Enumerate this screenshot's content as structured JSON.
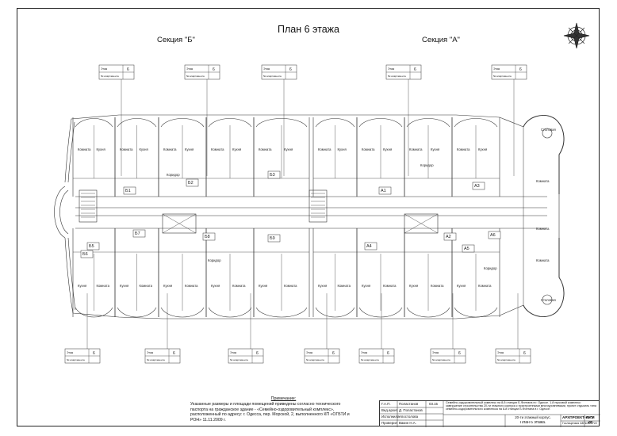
{
  "title": "План 6 этажа",
  "sections": {
    "b": "Секция \"Б\"",
    "a": "Секция \"А\""
  },
  "rooms": {
    "kitchen": "Кухня",
    "room": "Комната",
    "corridor": "Коридор",
    "dining": "Столовая"
  },
  "unit_labels": [
    "Б1",
    "Б2",
    "Б3",
    "Б5",
    "Б6",
    "Б7",
    "Б8",
    "Б9",
    "А1",
    "А2",
    "А3",
    "А4",
    "А5",
    "А6"
  ],
  "tag_labels": {
    "floor": "Этаж",
    "floor_value": "6",
    "apt": "№ апартамента"
  },
  "notes": {
    "heading": "Примечание:",
    "lines": [
      "Указанные размеры и площади помещений приведены согласно технического",
      "паспорта на гражданское здание - «Семейно-оздоровительный комплекс»,",
      "расположенный по адресу: г. Одесса, пер. Морской, 2, выполненного КП «ОГБТИ и",
      "РОН» 11.11.2009 г."
    ]
  },
  "stamp": {
    "roles": [
      "Г.А.П.",
      "Вед.архит.",
      "Исполнила",
      "Проверил"
    ],
    "names": [
      "Поластанов",
      "Д. Поластанов",
      "Апостолова",
      "Вакин Н.А."
    ],
    "date": "03.15",
    "project": "Семейно-оздоровительный комплекс на 8-й станции Б.Фонтана в г. Одессе. 1-й пусковой комплекс: завершение строительства 20-ти этажного корпуса с пристроенными многоуровневыми, проект отдыхать типа семейно-оздоровительного комплекса на 8-й станции Б.Фонтана в г. Одессе.",
    "sheet_title_1": "20-ти этажный корпус.",
    "sheet_title_2": "План 6 этажа.",
    "firm": "АРХПРОЕКТ-ЮГМ",
    "license": "Гослицензия АВ №314722",
    "sheet_label": "Лист",
    "sheet_no": "28"
  }
}
